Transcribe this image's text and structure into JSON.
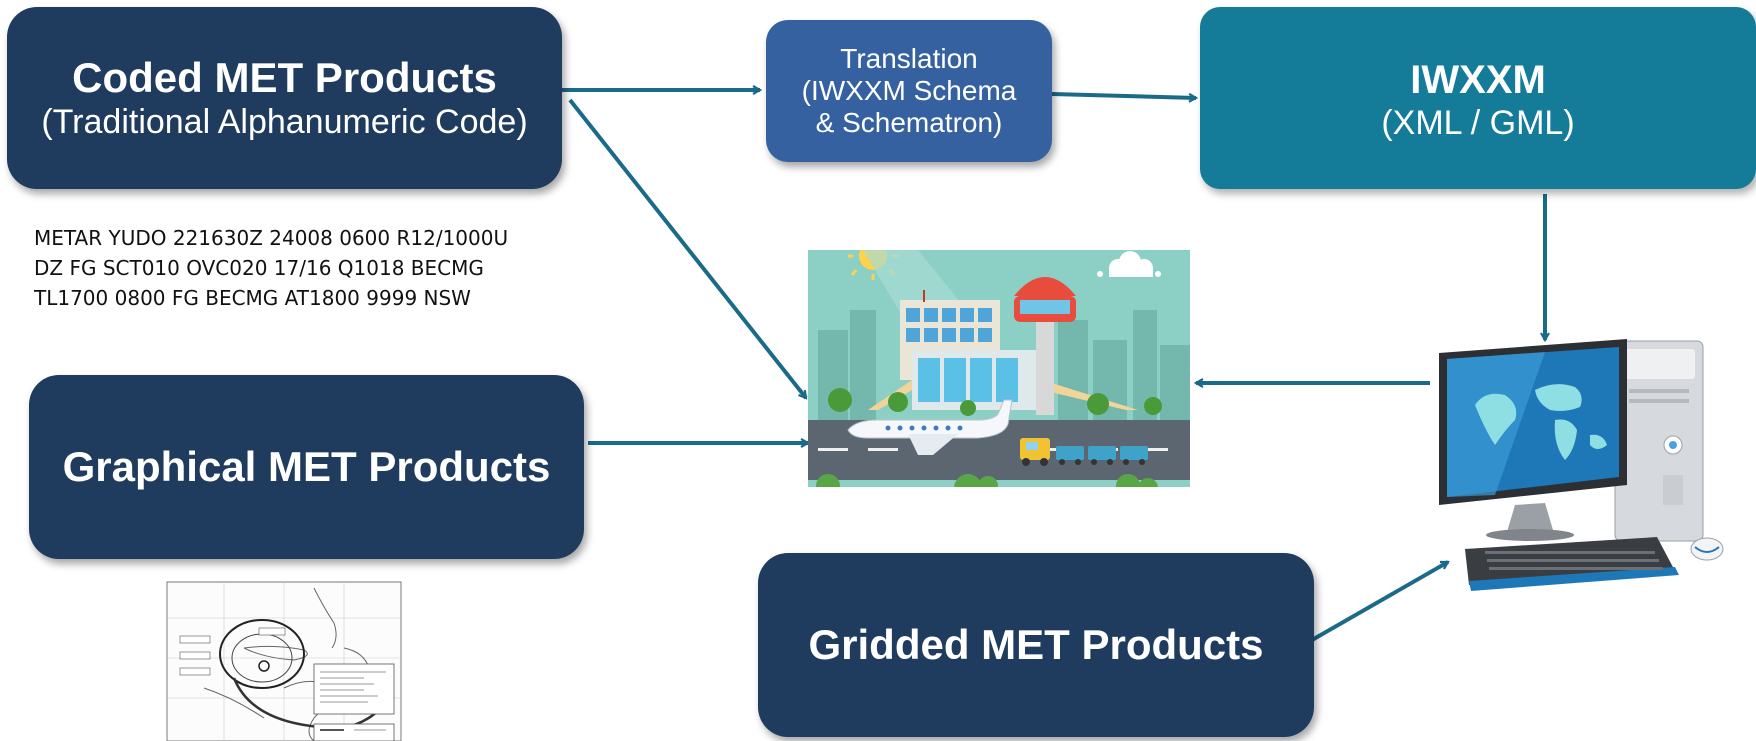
{
  "boxes": {
    "coded": {
      "title": "Coded MET Products",
      "subtitle": "(Traditional Alphanumeric Code)"
    },
    "translation": {
      "lines": [
        "Translation",
        "(IWXXM Schema",
        "& Schematron)"
      ]
    },
    "iwxxm": {
      "title": "IWXXM",
      "subtitle": "(XML / GML)"
    },
    "graphical": {
      "title": "Graphical MET Products"
    },
    "gridded": {
      "title": "Gridded MET Products"
    }
  },
  "metar_example": [
    "METAR YUDO 221630Z 24008 0600 R12/1000U",
    "DZ FG SCT010 OVC020 17/16 Q1018 BECMG",
    "TL1700 0800 FG BECMG AT1800 9999 NSW"
  ],
  "colors": {
    "navy": "#1f3b5e",
    "translation_blue": "#3561a0",
    "iwxxm_teal": "#147b99",
    "arrow": "#1a6a8a"
  },
  "icons": [
    "airport-illustration",
    "desktop-computer-icon",
    "weather-chart-map"
  ]
}
